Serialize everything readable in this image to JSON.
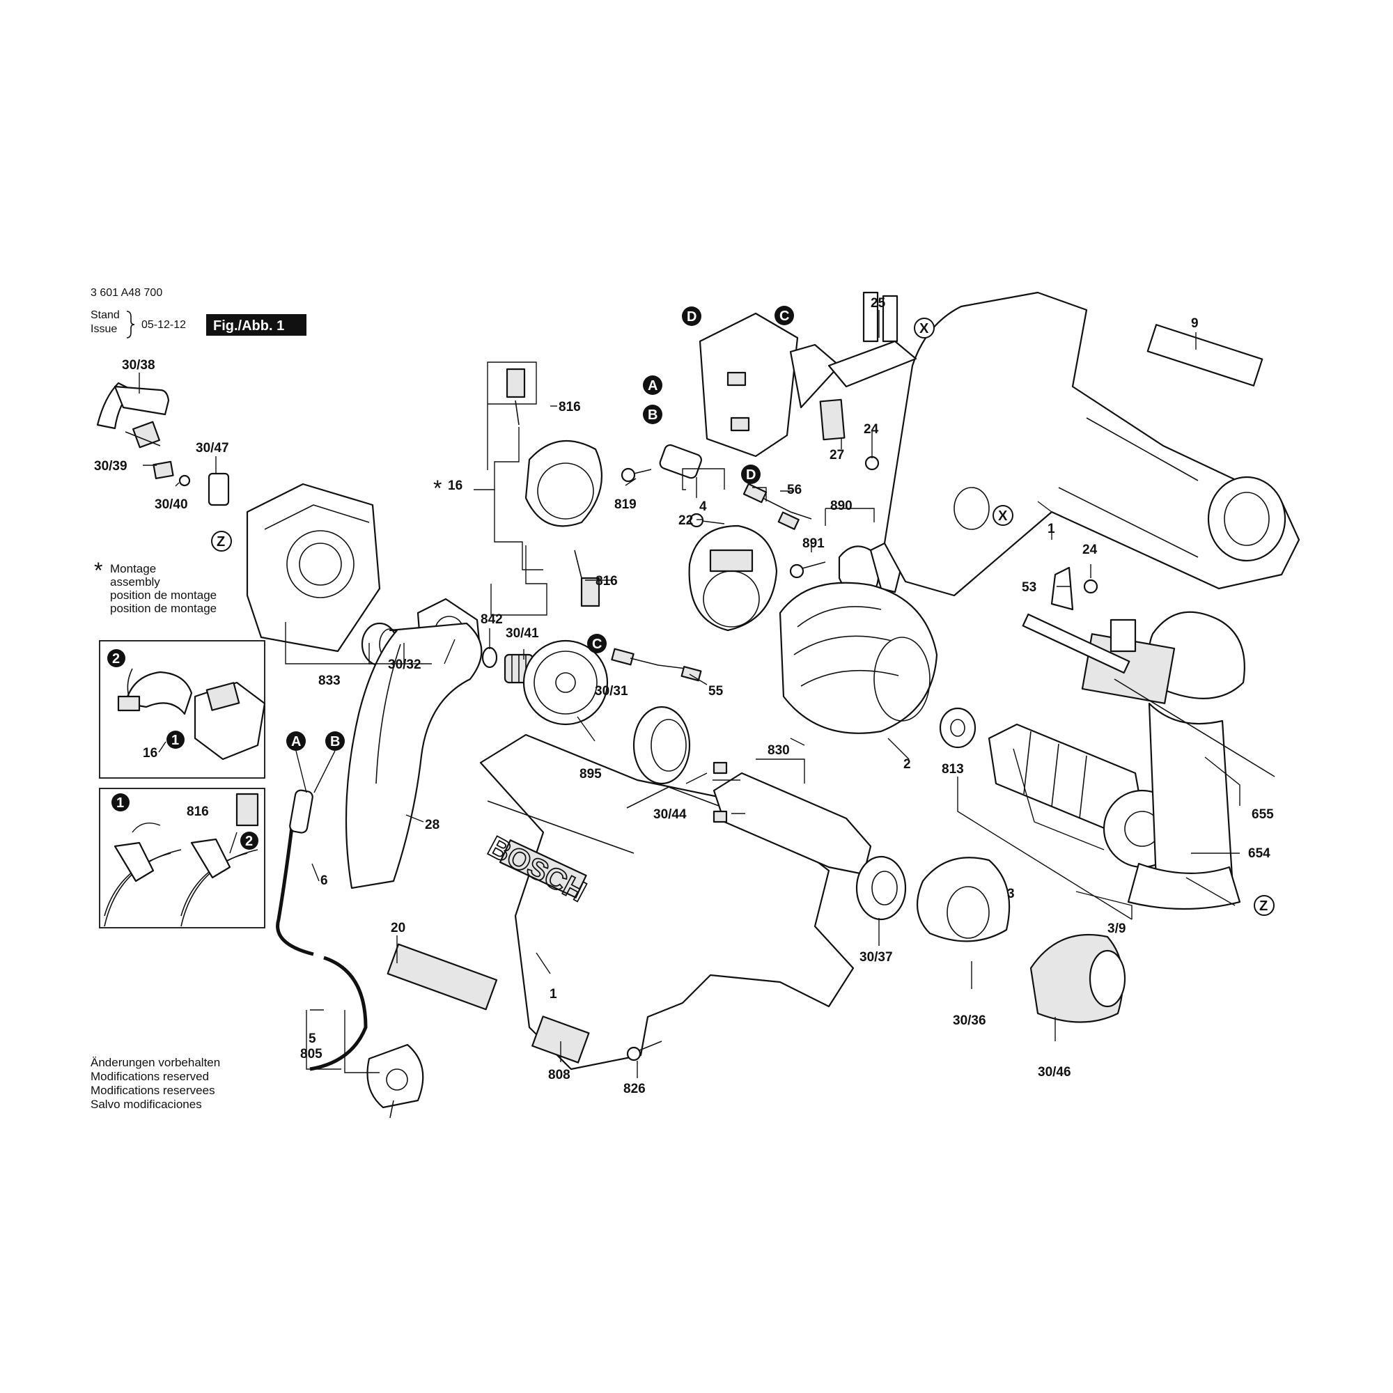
{
  "header": {
    "part_number": "3 601 A48 700",
    "stand": "Stand",
    "issue": "Issue",
    "date": "05-12-12",
    "figure": "Fig./Abb. 1"
  },
  "assembly_note": {
    "star": "*",
    "lines": [
      "Montage",
      "assembly",
      "position de montage",
      "position de montage"
    ]
  },
  "footer": {
    "lines": [
      "Änderungen vorbehalten",
      "Modifications reserved",
      "Modifications reservees",
      "Salvo modificaciones"
    ]
  },
  "brand": "BOSCH",
  "markers": {
    "A": "A",
    "B": "B",
    "C": "C",
    "D": "D",
    "X": "X",
    "Z": "Z"
  },
  "steps": {
    "one": "1",
    "two": "2"
  },
  "labels": {
    "l_30_38": "30/38",
    "l_30_47": "30/47",
    "l_30_39": "30/39",
    "l_30_40": "30/40",
    "l_816a": "816",
    "l_star16": "16",
    "l_816b": "816",
    "l_819": "819",
    "l_4": "4",
    "l_22": "22",
    "l_56": "56",
    "l_890": "890",
    "l_891": "891",
    "l_25": "25",
    "l_27": "27",
    "l_24a": "24",
    "l_9": "9",
    "l_1a": "1",
    "l_24b": "24",
    "l_53": "53",
    "l_842": "842",
    "l_30_41": "30/41",
    "l_30_32": "30/32",
    "l_833": "833",
    "l_55": "55",
    "l_30_31": "30/31",
    "l_830": "830",
    "l_895": "895",
    "l_30_44": "30/44",
    "l_2": "2",
    "l_813": "813",
    "l_3": "3",
    "l_3_9": "3/9",
    "l_655": "655",
    "l_654": "654",
    "l_16_inset": "16",
    "l_816_inset": "816",
    "l_6": "6",
    "l_28": "28",
    "l_20": "20",
    "l_1b": "1",
    "l_5": "5",
    "l_805": "805",
    "l_808": "808",
    "l_826": "826",
    "l_30_37": "30/37",
    "l_30_36": "30/36",
    "l_30_46": "30/46"
  }
}
